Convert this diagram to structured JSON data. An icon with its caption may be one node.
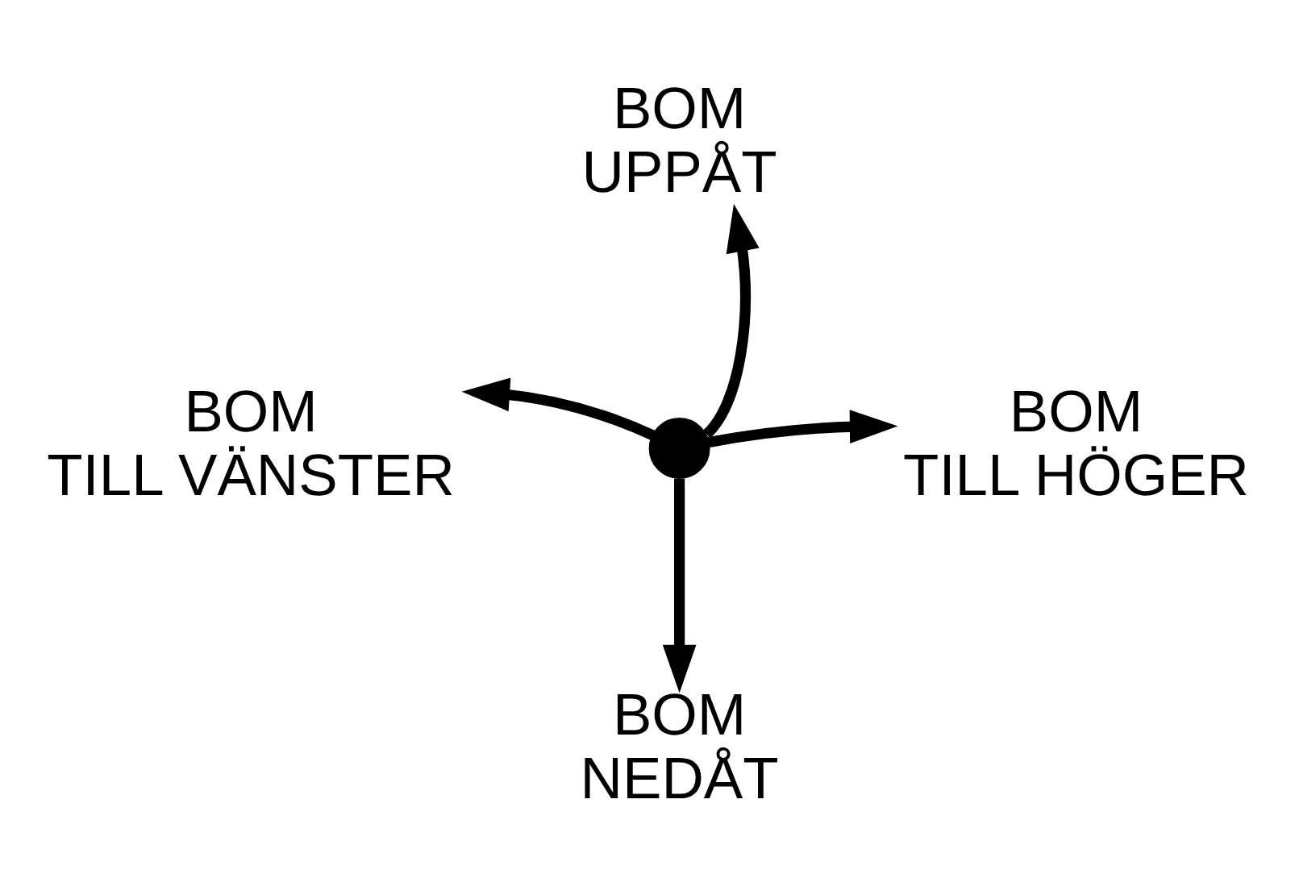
{
  "diagram": {
    "nodes": [
      {
        "text": [
          "BOM UPPÅT"
        ]
      },
      {
        "text": [
          "BOM TILL VÄNSTER"
        ]
      },
      {
        "text": [],
        "shape": "circle"
      },
      {
        "text": [
          "BOM TILL HÖGER"
        ]
      },
      {
        "text": [
          "BOM NEDÅT"
        ]
      }
    ],
    "edges": [
      {
        "from": 2,
        "to": 0,
        "arrow": "to"
      },
      {
        "from": 2,
        "to": 1,
        "arrow": "to"
      },
      {
        "from": 2,
        "to": 3,
        "arrow": "to"
      },
      {
        "from": 2,
        "to": 4,
        "arrow": "to"
      }
    ]
  }
}
